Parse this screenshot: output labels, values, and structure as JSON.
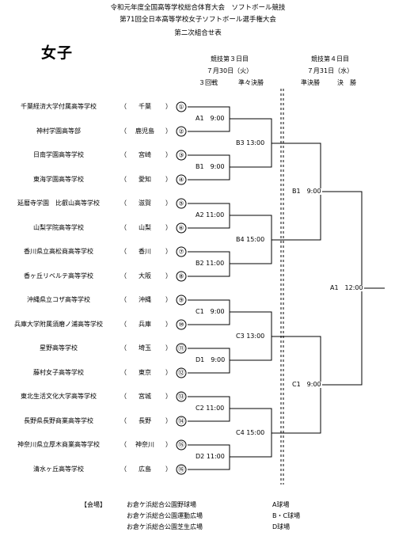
{
  "header": {
    "line1": "令和元年度全国高等学校総合体育大会　ソフトボール競技",
    "line2": "第71回全日本高等学校女子ソフトボール選手権大会",
    "line3": "第二次組合せ表"
  },
  "division": "女子",
  "day3": {
    "title": "競技第３日目",
    "date": "７月30日（火）",
    "round1": "３回戦",
    "round2": "準々決勝"
  },
  "day4": {
    "title": "競技第４日目",
    "date": "７月31日（水）",
    "round1": "準決勝",
    "round2": "決　勝"
  },
  "teams": [
    {
      "name": "千葉経済大学付属高等学校",
      "pref": "千葉",
      "seed": "①"
    },
    {
      "name": "神村学園高等部",
      "pref": "鹿児島",
      "seed": "②"
    },
    {
      "name": "日南学園高等学校",
      "pref": "宮崎",
      "seed": "③"
    },
    {
      "name": "東海学園高等学校",
      "pref": "愛知",
      "seed": "④"
    },
    {
      "name": "延暦寺学園　比叡山高等学校",
      "pref": "滋賀",
      "seed": "⑤"
    },
    {
      "name": "山梨学院高等学校",
      "pref": "山梨",
      "seed": "⑥"
    },
    {
      "name": "香川県立高松商高等学校",
      "pref": "香川",
      "seed": "⑦"
    },
    {
      "name": "香ヶ丘リベルテ高等学校",
      "pref": "大阪",
      "seed": "⑧"
    },
    {
      "name": "沖縄県立コザ高等学校",
      "pref": "沖縄",
      "seed": "⑨"
    },
    {
      "name": "兵庫大学附属須磨ノ浦高等学校",
      "pref": "兵庫",
      "seed": "⑩"
    },
    {
      "name": "星野高等学校",
      "pref": "埼玉",
      "seed": "⑪"
    },
    {
      "name": "藤村女子高等学校",
      "pref": "東京",
      "seed": "⑫"
    },
    {
      "name": "東北生活文化大学高等学校",
      "pref": "宮城",
      "seed": "⑬"
    },
    {
      "name": "長野県長野商業高等学校",
      "pref": "長野",
      "seed": "⑭"
    },
    {
      "name": "神奈川県立厚木商業高等学校",
      "pref": "神奈川",
      "seed": "⑮"
    },
    {
      "name": "清水ヶ丘高等学校",
      "pref": "広島",
      "seed": "⑯"
    }
  ],
  "paren_open": "（",
  "paren_close": "）",
  "matches": {
    "r1": [
      "A1　9:00",
      "B1　9:00",
      "A2 11:00",
      "B2 11:00",
      "C1　9:00",
      "D1　9:00",
      "C2 11:00",
      "D2 11:00"
    ],
    "qf": [
      "B3 13:00",
      "B4 15:00",
      "C3 13:00",
      "C4 15:00"
    ],
    "sf": [
      "B1　9:00",
      "C1　9:00"
    ],
    "final": "A1　12:00"
  },
  "venues": {
    "label": "【会場】",
    "items": [
      {
        "place": "お倉ケ浜総合公園野球場",
        "field": "A球場"
      },
      {
        "place": "お倉ケ浜総合公園運動広場",
        "field": "B・C球場"
      },
      {
        "place": "お倉ケ浜総合公園芝生広場",
        "field": "D球場"
      }
    ]
  }
}
